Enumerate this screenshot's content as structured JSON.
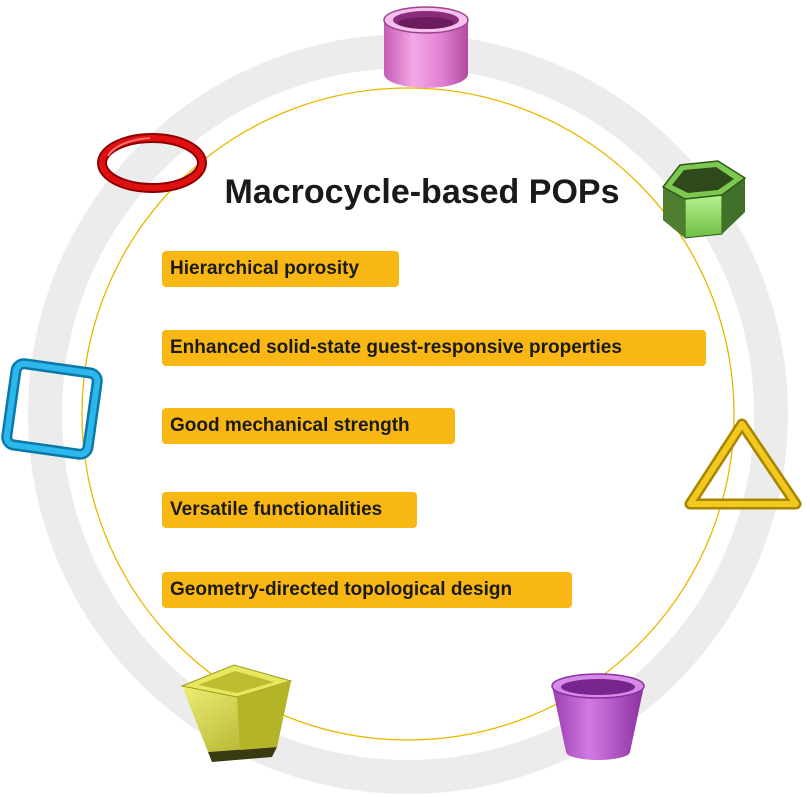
{
  "title": "Macrocycle-based POPs",
  "features": [
    "Hierarchical porosity",
    "Enhanced solid-state guest-responsive properties",
    "Good mechanical strength",
    "Versatile functionalities",
    "Geometry-directed topological design"
  ],
  "colors": {
    "outer_ring": "#ececec",
    "inner_ring": "#e8b800",
    "badge": "#f8b712",
    "cylinder": "#e07fd0",
    "torus": "#d00000",
    "hexagon": "#8cdc5c",
    "square": "#1fa8d8",
    "triangle": "#e3b800",
    "frustum_yellow": "#d8d83a",
    "cup_purple": "#b454c8"
  },
  "icons": [
    "pink-cylinder-icon",
    "red-torus-icon",
    "green-hexagonal-prism-icon",
    "blue-square-ring-icon",
    "yellow-triangle-ring-icon",
    "yellow-square-frustum-icon",
    "purple-cup-icon"
  ]
}
